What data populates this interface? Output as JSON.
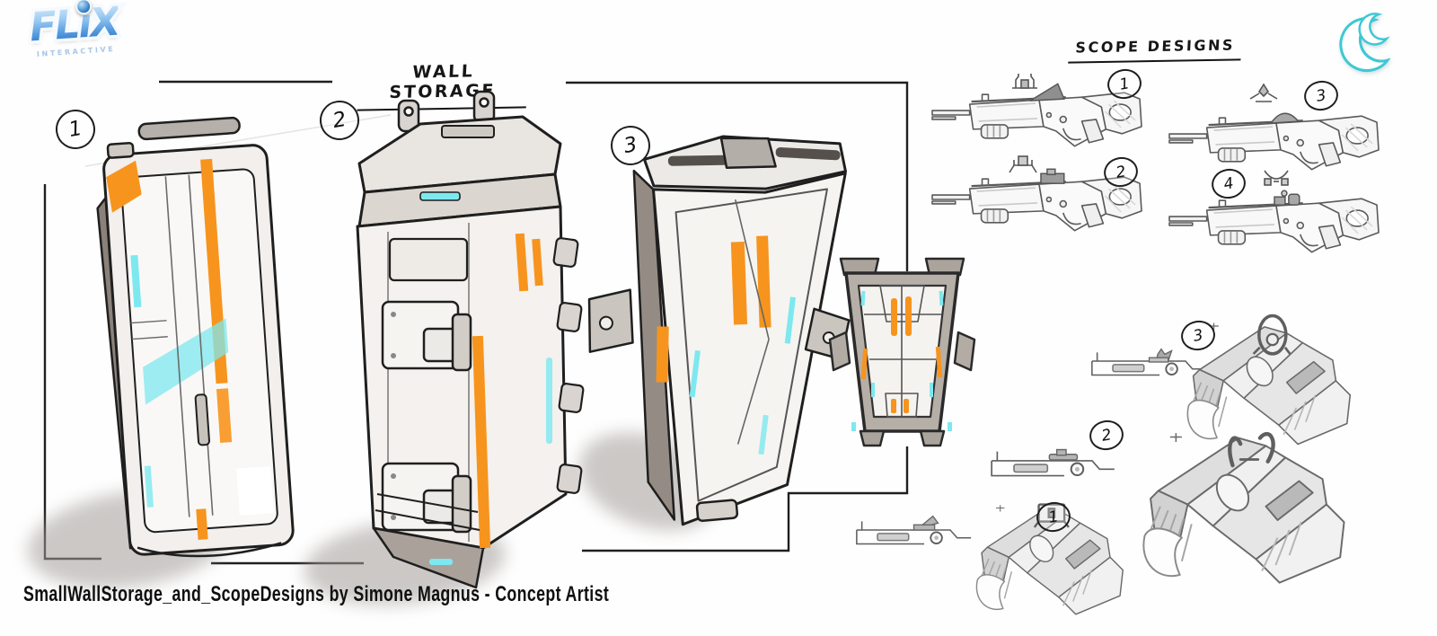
{
  "branding": {
    "flix_title": "FLiX",
    "flix_subtitle": "INTERACTIVE"
  },
  "wall_storage": {
    "title": "WALL STORAGE",
    "items": [
      {
        "number": "1"
      },
      {
        "number": "2"
      },
      {
        "number": "3"
      }
    ]
  },
  "scope_designs": {
    "title": "SCOPE DESIGNS",
    "sight_variants": [
      {
        "number": "1"
      },
      {
        "number": "2"
      },
      {
        "number": "3"
      },
      {
        "number": "4"
      }
    ],
    "scope_views": [
      {
        "number": "3"
      },
      {
        "number": "2"
      },
      {
        "number": "1"
      }
    ]
  },
  "caption": "SmallWallStorage_and_ScopeDesigns by Simone Magnus - Concept Artist",
  "colors": {
    "accent_orange": "#F7941D",
    "accent_cyan": "#7DE8EF",
    "crescent_teal": "#3EC8D4",
    "sketch_line": "#1F1F1F",
    "shadow_grey": "#A29D99"
  }
}
